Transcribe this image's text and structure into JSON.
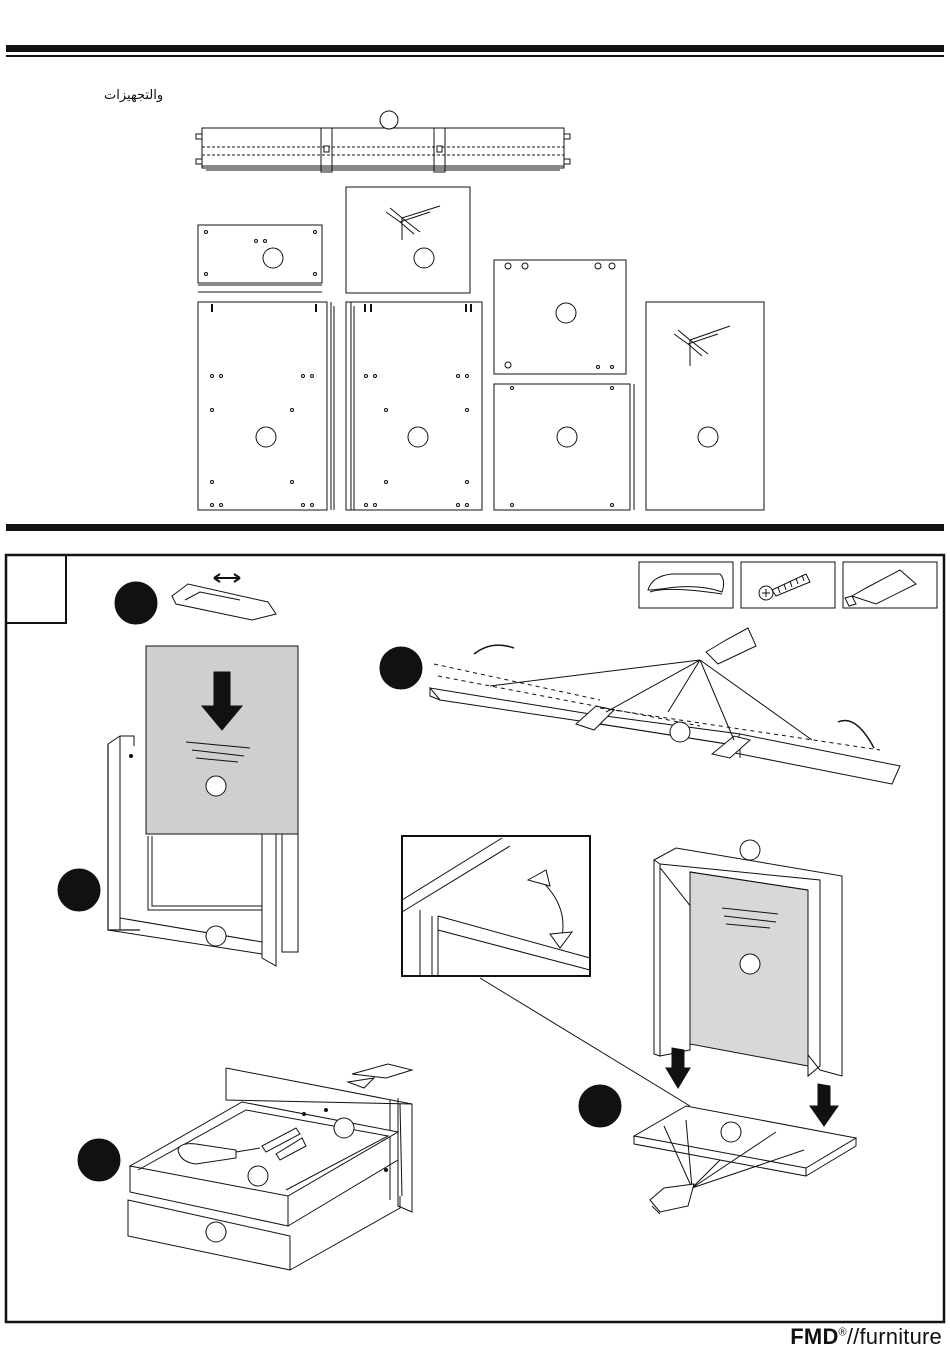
{
  "header": {
    "hardware_label": "والتجهيزات"
  },
  "parts": [
    {
      "id": "rail-long"
    },
    {
      "id": "small-panel"
    },
    {
      "id": "bag-panel-1"
    },
    {
      "id": "shelf-square"
    },
    {
      "id": "side-left"
    },
    {
      "id": "side-mid"
    },
    {
      "id": "shelf-bottom"
    },
    {
      "id": "bag-panel-2"
    }
  ],
  "step_panel": {
    "hardware_icons": [
      "dowel-icon",
      "screw-icon",
      "glue-tube-icon"
    ],
    "glue_label": "Glue",
    "substeps": [
      "slide-back-panel",
      "glue-rail-joints",
      "screw-drawer-front",
      "glue-base-attach"
    ]
  },
  "footer": {
    "brand_bold": "FMD",
    "brand_reg": "®",
    "brand_rest": "//furniture"
  }
}
